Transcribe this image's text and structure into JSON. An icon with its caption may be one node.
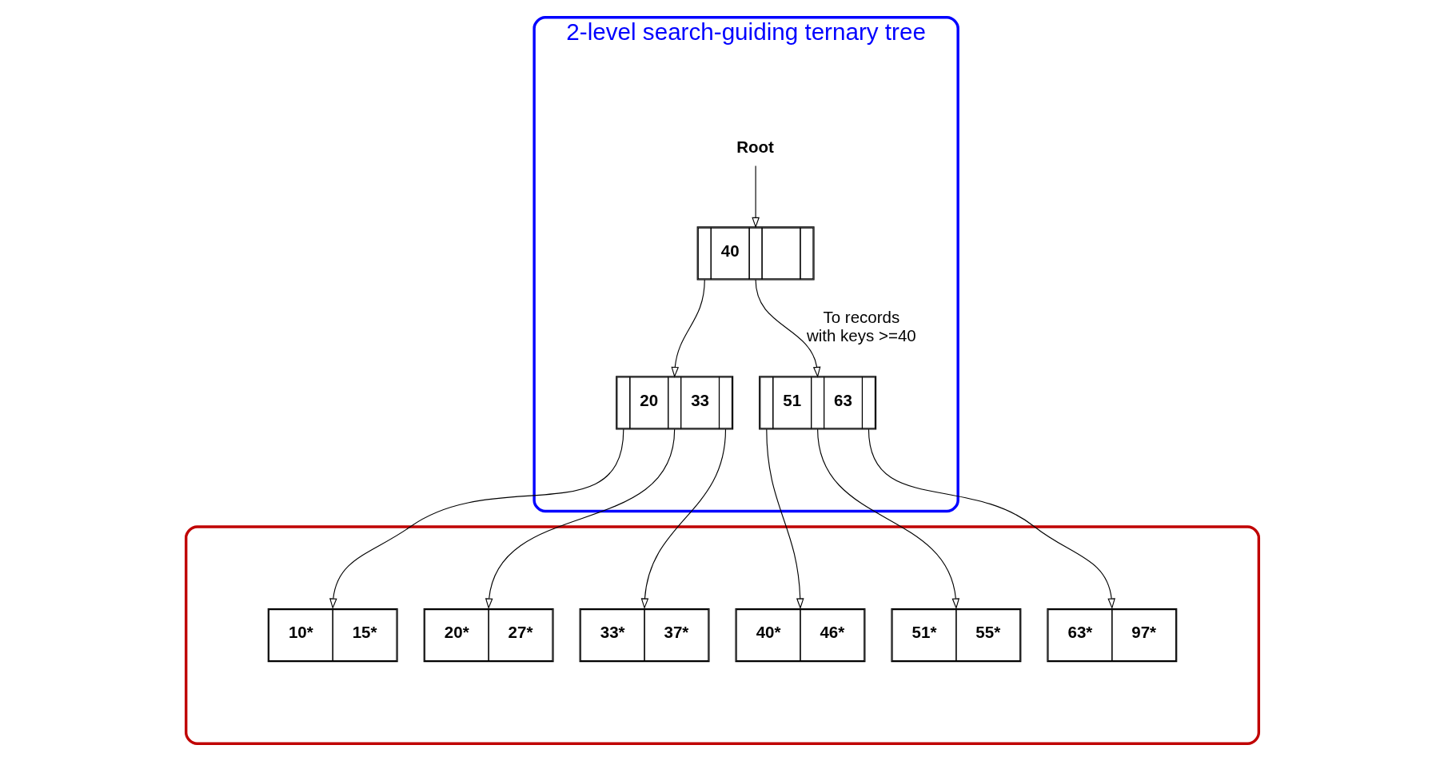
{
  "diagram": {
    "nodes": [
      {
        "text": [
          "2-level search-guiding ternary tree"
        ]
      },
      {
        "text": [
          "Root"
        ],
        "in": 0
      },
      {
        "text": [
          "40"
        ],
        "in": 0
      },
      {
        "text": [
          "20",
          "33"
        ],
        "in": 0
      },
      {
        "text": [
          "51",
          "63"
        ],
        "in": 0
      },
      {
        "text": [],
        "shape": "cloud"
      },
      {
        "text": [
          "10*",
          "15*"
        ],
        "in": 5
      },
      {
        "text": [
          "20*",
          "27*"
        ],
        "in": 5
      },
      {
        "text": [
          "33*",
          "37*"
        ],
        "in": 5
      },
      {
        "text": [
          "40*",
          "46*"
        ],
        "in": 5
      },
      {
        "text": [
          "51*",
          "55*"
        ],
        "in": 5
      },
      {
        "text": [
          "63*",
          "97*"
        ],
        "in": 5
      }
    ],
    "edges": [
      {
        "from": 1,
        "to": 2,
        "arrow": "to"
      },
      {
        "from": 2,
        "to": 3,
        "arrow": "to"
      },
      {
        "from": 2,
        "to": 4,
        "arrow": "to",
        "label": "To records with keys >=40"
      },
      {
        "from": 3,
        "to": 6,
        "arrow": "to"
      },
      {
        "from": 3,
        "to": 7,
        "arrow": "to"
      },
      {
        "from": 3,
        "to": 8,
        "arrow": "to"
      },
      {
        "from": 4,
        "to": 9,
        "arrow": "to"
      },
      {
        "from": 4,
        "to": 10,
        "arrow": "to"
      },
      {
        "from": 4,
        "to": 11,
        "arrow": "to"
      }
    ]
  }
}
